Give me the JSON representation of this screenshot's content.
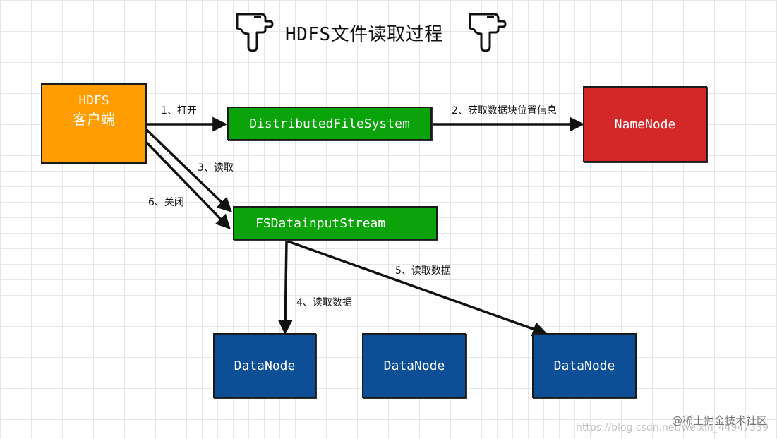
{
  "title": "HDFS文件读取过程",
  "nodes": {
    "client": {
      "line1": "HDFS",
      "line2": "客户端",
      "color": "#ff9d00"
    },
    "dfs": {
      "label": "DistributedFileSystem",
      "color": "#0aa40a"
    },
    "namenode": {
      "label": "NameNode",
      "color": "#d42828"
    },
    "fsin": {
      "label": "FSDatainputStream",
      "color": "#0aa40a"
    },
    "datanodes": [
      {
        "label": "DataNode"
      },
      {
        "label": "DataNode"
      },
      {
        "label": "DataNode"
      }
    ],
    "datanode_color": "#0d4f96"
  },
  "edges": {
    "open": "1、打开",
    "get_blocks": "2、获取数据块位置信息",
    "read": "3、读取",
    "read_data_4": "4、读取数据",
    "read_data_5": "5、读取数据",
    "close": "6、关闭"
  },
  "watermark": "@稀土掘金技术社区",
  "watermark_faint": "https://blog.csdn.net/weixin_44947339",
  "icons": [
    "pointing-hand-icon-left",
    "pointing-hand-icon-right"
  ]
}
